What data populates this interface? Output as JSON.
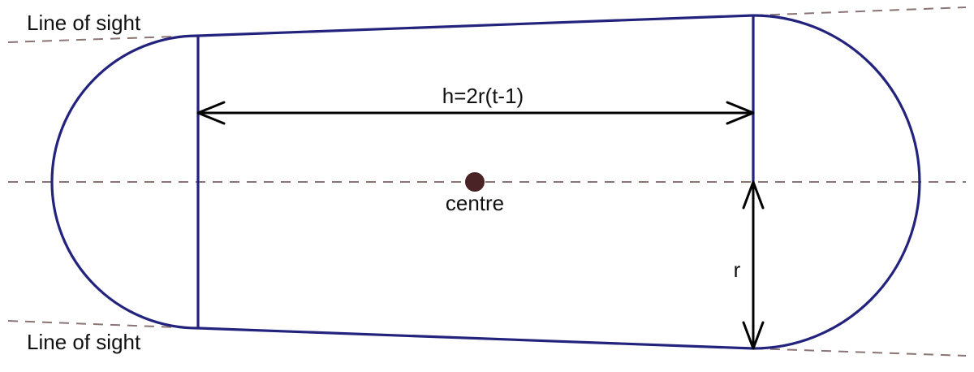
{
  "labels": {
    "line_of_sight_top": "Line of sight",
    "line_of_sight_bottom": "Line of sight",
    "height_formula": "h=2r(t-1)",
    "centre": "centre",
    "radius": "r"
  },
  "colors": {
    "outline": "#23237d",
    "guide_lines": "#8a7474",
    "dimension_arrows": "#000000",
    "centre_point": "#4a2326"
  }
}
